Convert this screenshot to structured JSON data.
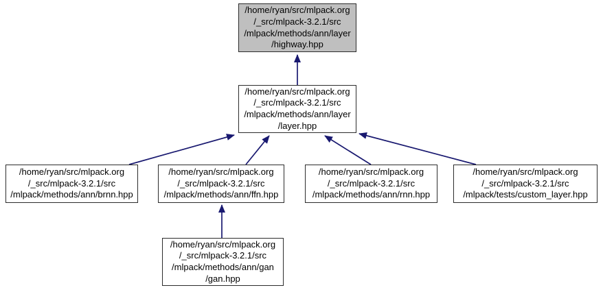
{
  "diagram": {
    "type": "include-dependency-graph",
    "colors": {
      "edge": "#191970",
      "node_border": "#2b2b2b",
      "node_fill": "#ffffff",
      "current_node_fill": "#bfbfbf",
      "text": "#000000",
      "background": "#ffffff"
    },
    "nodes": [
      {
        "id": "highway",
        "current": true,
        "label": "/home/ryan/src/mlpack.org\n/_src/mlpack-3.2.1/src\n/mlpack/methods/ann/layer\n/highway.hpp"
      },
      {
        "id": "layer",
        "current": false,
        "label": "/home/ryan/src/mlpack.org\n/_src/mlpack-3.2.1/src\n/mlpack/methods/ann/layer\n/layer.hpp"
      },
      {
        "id": "brnn",
        "current": false,
        "label": "/home/ryan/src/mlpack.org\n/_src/mlpack-3.2.1/src\n/mlpack/methods/ann/brnn.hpp"
      },
      {
        "id": "ffn",
        "current": false,
        "label": "/home/ryan/src/mlpack.org\n/_src/mlpack-3.2.1/src\n/mlpack/methods/ann/ffn.hpp"
      },
      {
        "id": "rnn",
        "current": false,
        "label": "/home/ryan/src/mlpack.org\n/_src/mlpack-3.2.1/src\n/mlpack/methods/ann/rnn.hpp"
      },
      {
        "id": "custom_layer",
        "current": false,
        "label": "/home/ryan/src/mlpack.org\n/_src/mlpack-3.2.1/src\n/mlpack/tests/custom_layer.hpp"
      },
      {
        "id": "gan",
        "current": false,
        "label": "/home/ryan/src/mlpack.org\n/_src/mlpack-3.2.1/src\n/mlpack/methods/ann/gan\n/gan.hpp"
      }
    ],
    "edges": [
      {
        "from": "layer",
        "to": "highway"
      },
      {
        "from": "brnn",
        "to": "layer"
      },
      {
        "from": "ffn",
        "to": "layer"
      },
      {
        "from": "rnn",
        "to": "layer"
      },
      {
        "from": "custom_layer",
        "to": "layer"
      },
      {
        "from": "gan",
        "to": "ffn"
      }
    ]
  }
}
